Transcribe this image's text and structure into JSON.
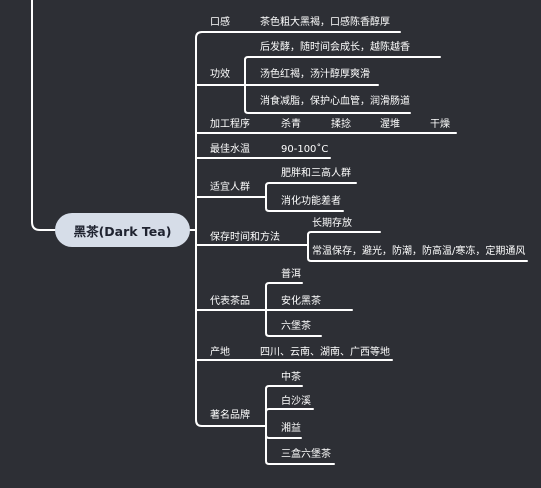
{
  "root": {
    "label": "黑茶(Dark Tea)"
  },
  "categories": [
    {
      "label": "口感",
      "items": [
        "茶色粗大黑褐，口感陈香醇厚"
      ]
    },
    {
      "label": "功效",
      "items": [
        "后发酵，随时间会成长，越陈越香",
        "汤色红褐，汤汁醇厚爽滑",
        "消食减脂，保护心血管，润滑肠道"
      ]
    },
    {
      "label": "加工程序",
      "items": [
        "杀青",
        "揉捻",
        "渥堆",
        "干燥"
      ]
    },
    {
      "label": "最佳水温",
      "items": [
        "90-100˚C"
      ]
    },
    {
      "label": "适宜人群",
      "items": [
        "肥胖和三高人群",
        "消化功能差者"
      ]
    },
    {
      "label": "保存时间和方法",
      "items": [
        "长期存放",
        "常温保存，避光，防潮，防高温/寒冻，定期通风"
      ]
    },
    {
      "label": "代表茶品",
      "items": [
        "普洱",
        "安化黑茶",
        "六堡茶"
      ]
    },
    {
      "label": "产地",
      "items": [
        "四川、云南、湖南、广西等地"
      ]
    },
    {
      "label": "著名品牌",
      "items": [
        "中茶",
        "白沙溪",
        "湘益",
        "三盒六堡茶"
      ]
    }
  ],
  "colors": {
    "background": "#2d2f35",
    "line": "#ffffff",
    "root_fill": "#d6dde8",
    "root_text": "#1f2330"
  }
}
